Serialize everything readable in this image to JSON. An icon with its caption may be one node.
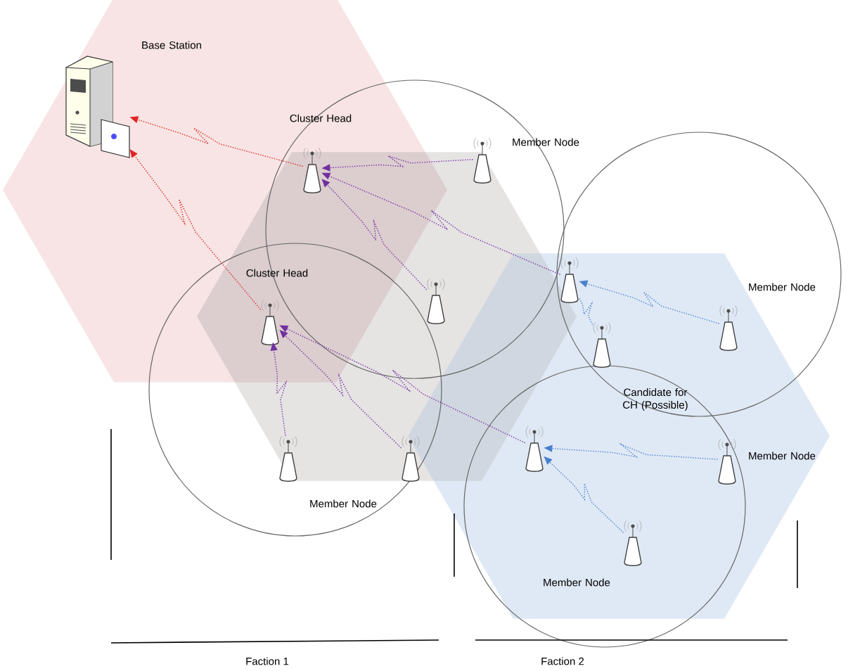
{
  "diagram": {
    "nodes": [
      {
        "text": [],
        "shape": "computer",
        "beside": [
          "Base Station"
        ]
      },
      {
        "text": [],
        "shape": "antenna",
        "beside": [
          "Cluster Head"
        ]
      },
      {
        "text": [],
        "shape": "antenna",
        "beside": [
          "Member Node"
        ]
      },
      {
        "text": [],
        "shape": "antenna"
      },
      {
        "text": [],
        "shape": "antenna",
        "beside": [
          "Cluster Head"
        ]
      },
      {
        "text": [],
        "shape": "antenna"
      },
      {
        "text": [],
        "shape": "antenna",
        "beside": [
          "Member Node"
        ]
      },
      {
        "text": [],
        "shape": "antenna",
        "beside": [
          "Candidate for CH (Possible)"
        ]
      },
      {
        "text": [],
        "shape": "antenna"
      },
      {
        "text": [],
        "shape": "antenna",
        "beside": [
          "Member Node"
        ]
      },
      {
        "text": [],
        "shape": "antenna"
      },
      {
        "text": [],
        "shape": "antenna",
        "beside": [
          "Member Node"
        ]
      },
      {
        "text": [],
        "shape": "antenna",
        "beside": [
          "Member Node"
        ]
      }
    ],
    "edges": [
      {
        "from": 1,
        "to": 0,
        "arrow": "to",
        "color": "#e02424"
      },
      {
        "from": 4,
        "to": 0,
        "arrow": "to",
        "color": "#e02424"
      },
      {
        "from": 2,
        "to": 1,
        "arrow": "to"
      },
      {
        "from": 3,
        "to": 1,
        "arrow": "to"
      },
      {
        "from": 5,
        "to": 1,
        "arrow": "to"
      },
      {
        "from": 8,
        "to": 4,
        "arrow": "to"
      },
      {
        "from": 9,
        "to": 4,
        "arrow": "to"
      },
      {
        "from": 10,
        "to": 4,
        "arrow": "to"
      },
      {
        "from": 6,
        "to": 3,
        "arrow": "to",
        "color": "#4a7fd0"
      },
      {
        "from": 7,
        "to": 3,
        "arrow": "none",
        "color": "#4a7fd0"
      },
      {
        "from": 11,
        "to": 8,
        "arrow": "to",
        "color": "#4a7fd0"
      },
      {
        "from": 12,
        "to": 8,
        "arrow": "to",
        "color": "#4a7fd0"
      }
    ],
    "labels": [
      "Faction 1",
      "Faction 2"
    ]
  }
}
